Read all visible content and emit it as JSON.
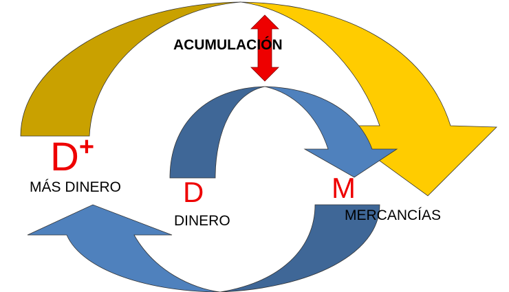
{
  "title": "ACUMULACIÓN",
  "nodes": {
    "d_plus": {
      "symbol": "D",
      "sup": "+",
      "label": "MÁS DINERO"
    },
    "d": {
      "symbol": "D",
      "label": "DINERO"
    },
    "m": {
      "symbol": "M",
      "label": "MERCANCÍAS"
    }
  },
  "colors": {
    "gold_dark": "#C9A100",
    "gold_light": "#FFCC00",
    "blue_dark": "#3F6797",
    "blue_light": "#4F81BD",
    "red": "#EE0000"
  }
}
